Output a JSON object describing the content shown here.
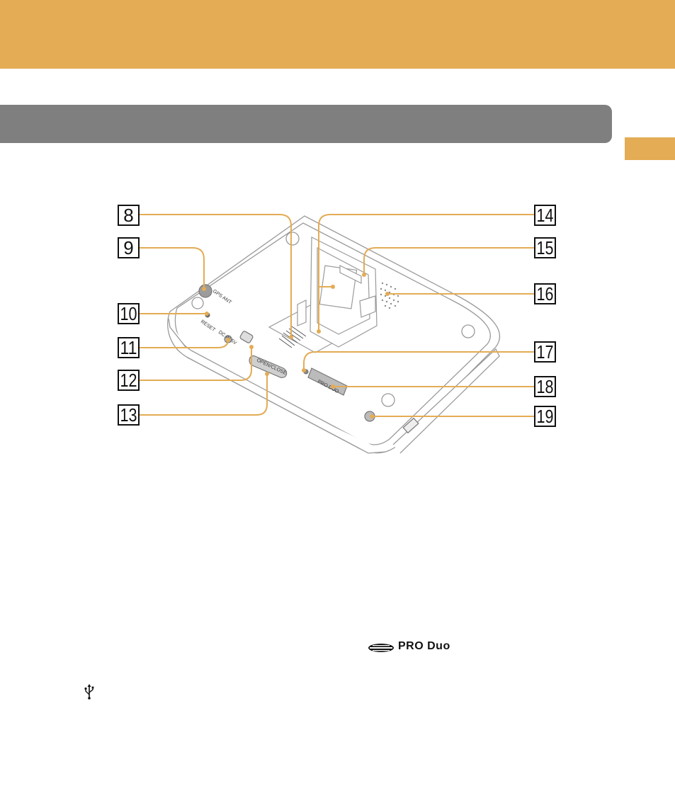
{
  "colors": {
    "accent": "#e3ac55",
    "bar": "#7f7f7f",
    "leader": "#e3ac55"
  },
  "callouts": [
    "8",
    "9",
    "10",
    "11",
    "12",
    "13",
    "14",
    "15",
    "16",
    "17",
    "18",
    "19"
  ],
  "device_labels": {
    "gps_ant": "GPS ANT",
    "reset": "RESET",
    "dc_in": "DC IN 5V",
    "open_close": "OPEN/CLOSE",
    "pro_duo": "PRO DUO"
  },
  "logos": {
    "pro_duo": "PRO Duo"
  },
  "icons": [
    "memory-stick-logo-icon",
    "usb-icon"
  ]
}
